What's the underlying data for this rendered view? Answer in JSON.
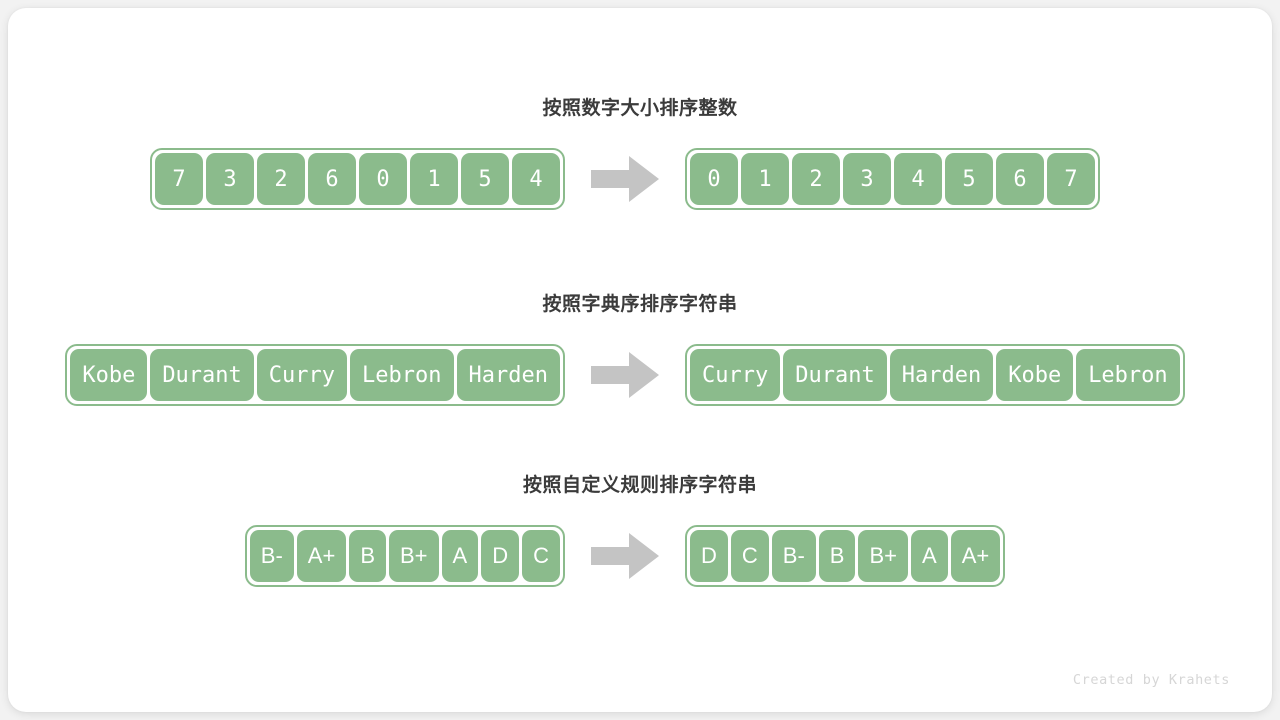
{
  "footer": {
    "credit": "Created by Krahets"
  },
  "colors": {
    "cell_fill": "#8bbb8c",
    "cell_border": "#8bbb8c",
    "arrow": "#c4c4c4",
    "title_text": "#3b3b3b",
    "card_bg": "#ffffff",
    "page_bg": "#f2f2f2",
    "footer_text": "#d6d6d6"
  },
  "arrow": {
    "icon": "right-arrow-icon"
  },
  "rows": [
    {
      "title": "按照数字大小排序整数",
      "style": "mono",
      "size": "size-num",
      "input": [
        "7",
        "3",
        "2",
        "6",
        "0",
        "1",
        "5",
        "4"
      ],
      "output": [
        "0",
        "1",
        "2",
        "3",
        "4",
        "5",
        "6",
        "7"
      ]
    },
    {
      "title": "按照字典序排序字符串",
      "style": "mono",
      "size": "size-word",
      "input": [
        "Kobe",
        "Durant",
        "Curry",
        "Lebron",
        "Harden"
      ],
      "output": [
        "Curry",
        "Durant",
        "Harden",
        "Kobe",
        "Lebron"
      ]
    },
    {
      "title": "按照自定义规则排序字符串",
      "style": "sans",
      "size": "size-grade",
      "input": [
        "B-",
        "A+",
        "B",
        "B+",
        "A",
        "D",
        "C"
      ],
      "output": [
        "D",
        "C",
        "B-",
        "B",
        "B+",
        "A",
        "A+"
      ]
    }
  ]
}
